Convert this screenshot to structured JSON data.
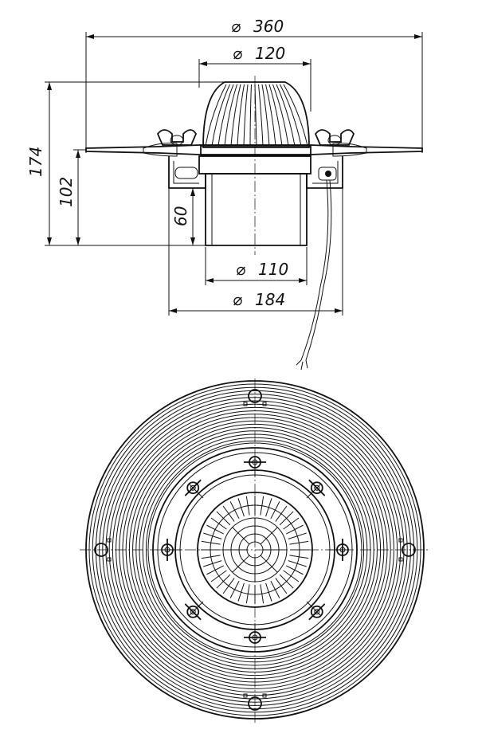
{
  "dimensions": {
    "d360": "360",
    "d120": "120",
    "d110": "110",
    "d184": "184",
    "h174": "174",
    "h102": "102",
    "h60": "60"
  },
  "symbols": {
    "diameter": "⌀"
  },
  "views": [
    {
      "name": "side-section-view"
    },
    {
      "name": "top-plan-view"
    }
  ],
  "plan": {
    "outer_rings": 18,
    "bolt_count_inner": 8,
    "mount_holes": 4
  }
}
